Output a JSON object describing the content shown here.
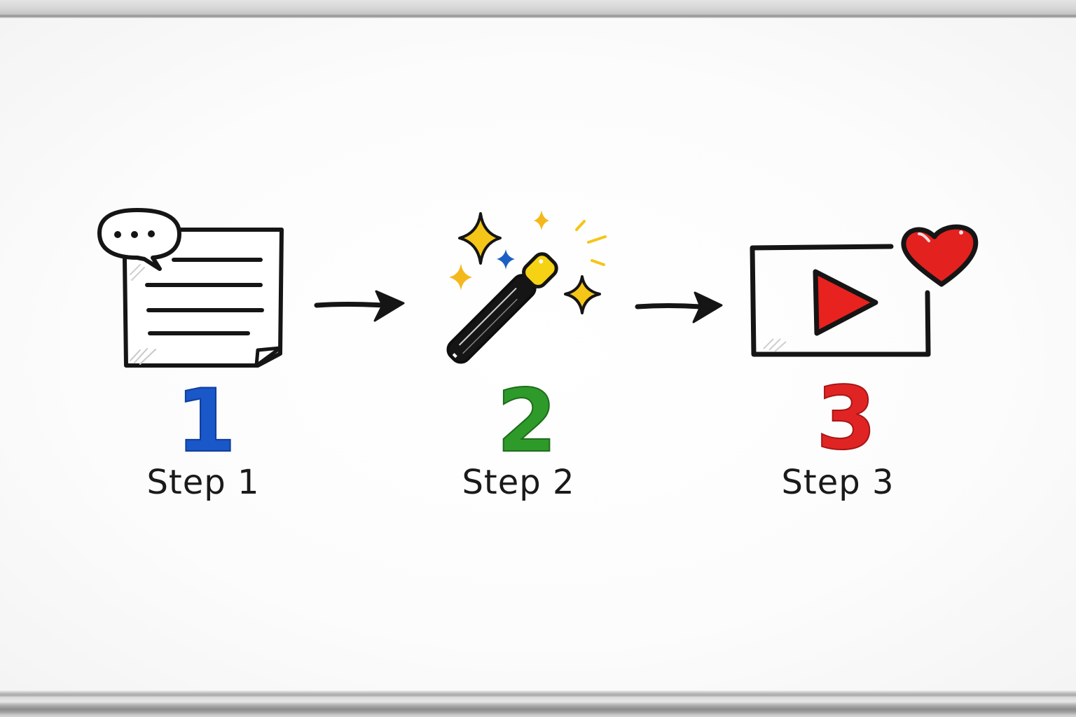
{
  "diagram": {
    "type": "three-step process flow on whiteboard",
    "steps": [
      {
        "number": "1",
        "label": "Step 1",
        "number_color": "#1a57c8",
        "icon": "document-with-speech-bubble-icon"
      },
      {
        "number": "2",
        "label": "Step 2",
        "number_color": "#2e9a2a",
        "icon": "magic-wand-with-sparkles-icon"
      },
      {
        "number": "3",
        "label": "Step 3",
        "number_color": "#e02424",
        "icon": "video-play-with-heart-icon"
      }
    ],
    "connectors": [
      {
        "from": "Step 1",
        "to": "Step 2",
        "icon": "arrow-right-icon"
      },
      {
        "from": "Step 2",
        "to": "Step 3",
        "icon": "arrow-right-icon"
      }
    ],
    "colors": {
      "ink": "#151515",
      "sparkle_yellow": "#f5c518",
      "sparkle_blue": "#1c5fc4",
      "play_red": "#e8221f",
      "heart_red": "#e3211f"
    }
  }
}
